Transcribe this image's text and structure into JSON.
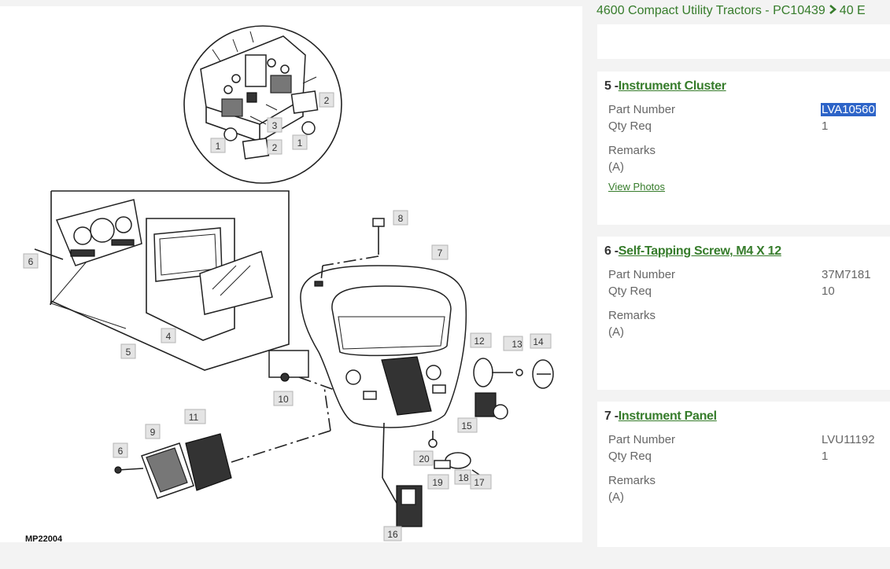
{
  "breadcrumb": {
    "items": [
      "4600 Compact Utility Tractors - PC10439",
      "40 E"
    ],
    "separator_icon": "chevron-right-icon"
  },
  "diagram": {
    "figure_code": "MP22004",
    "callouts": [
      "1",
      "1",
      "2",
      "2",
      "3",
      "4",
      "5",
      "6",
      "6",
      "7",
      "8",
      "9",
      "10",
      "11",
      "12",
      "13",
      "14",
      "15",
      "16",
      "17",
      "18",
      "19",
      "20"
    ]
  },
  "parts": [
    {
      "number": "5 -",
      "name": "Instrument Cluster",
      "part_number_label": "Part Number",
      "part_number": "LVA10560",
      "qty_label": "Qty Req",
      "qty": "1",
      "remarks_label": "Remarks",
      "remarks": "(A)",
      "view_photos": "View Photos"
    },
    {
      "number": "6 -",
      "name": "Self-Tapping Screw, M4 X 12",
      "part_number_label": "Part Number",
      "part_number": "37M7181",
      "qty_label": "Qty Req",
      "qty": "10",
      "remarks_label": "Remarks",
      "remarks": "(A)"
    },
    {
      "number": "7 -",
      "name": "Instrument Panel",
      "part_number_label": "Part Number",
      "part_number": "LVU11192",
      "qty_label": "Qty Req",
      "qty": "1",
      "remarks_label": "Remarks",
      "remarks": "(A)"
    }
  ],
  "colors": {
    "accent_green": "#367c2b",
    "selection_blue": "#2d64c8",
    "callout_fill": "#e4e4e4"
  }
}
